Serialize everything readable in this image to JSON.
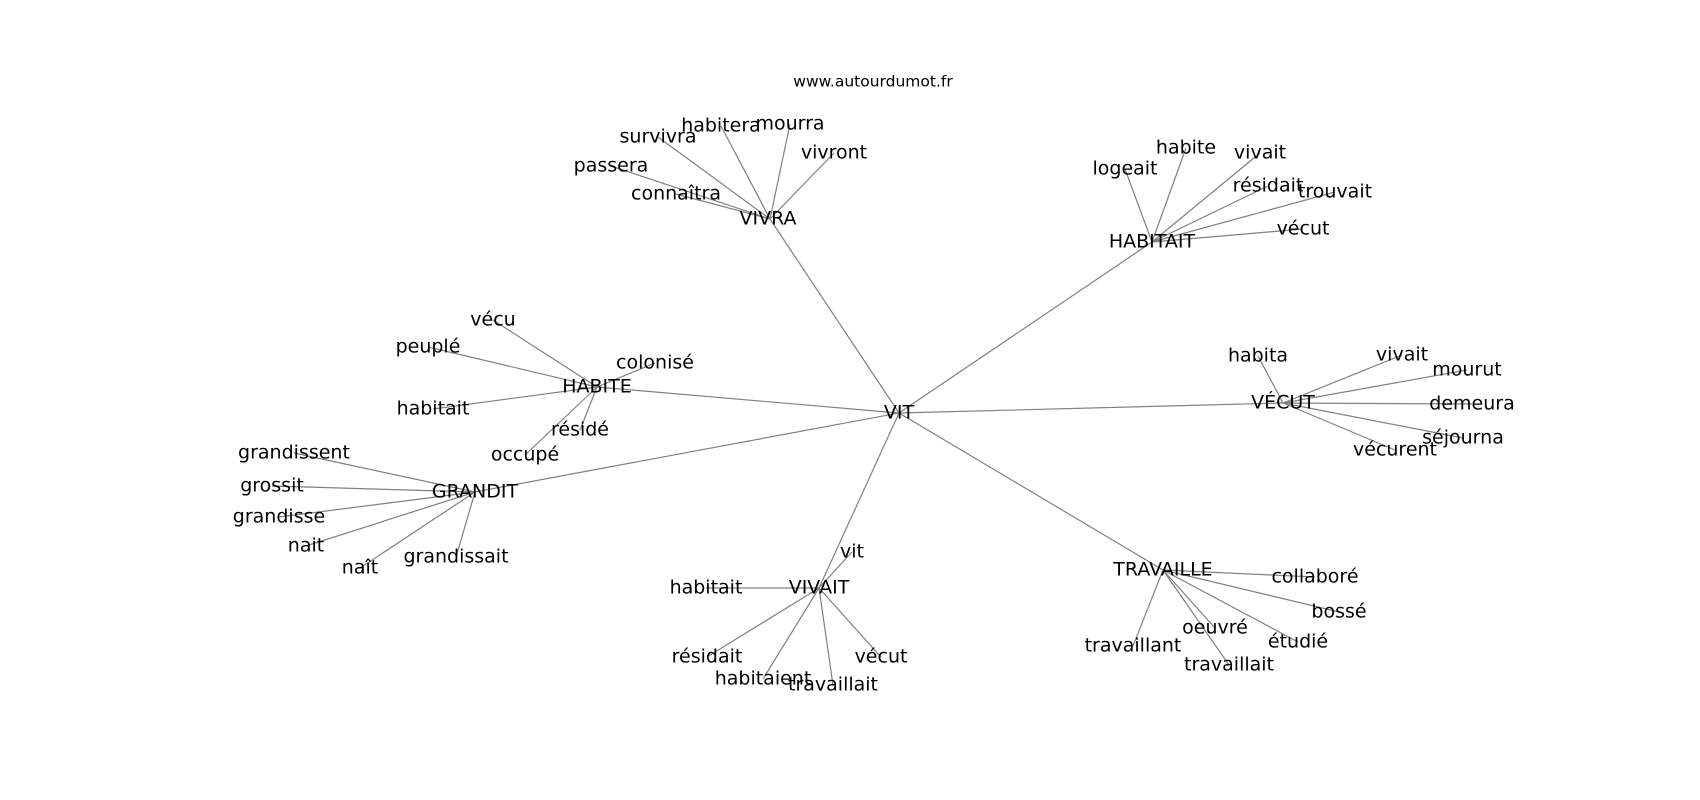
{
  "site": "www.autourdumot.fr",
  "center": "VIT",
  "hubs": [
    {
      "label": "VIVRA",
      "leaves": [
        "vivront",
        "mourra",
        "habitera",
        "survivra",
        "passera",
        "connaîtra"
      ]
    },
    {
      "label": "HABITAIT",
      "leaves": [
        "logeait",
        "habite",
        "vivait",
        "résidait",
        "trouvait",
        "vécut"
      ]
    },
    {
      "label": "HABITE",
      "leaves": [
        "vécu",
        "peuplé",
        "colonisé",
        "habitait",
        "résidé",
        "occupé"
      ]
    },
    {
      "label": "VÉCUT",
      "leaves": [
        "habita",
        "vivait",
        "mourut",
        "demeura",
        "séjourna",
        "vécurent"
      ]
    },
    {
      "label": "GRANDIT",
      "leaves": [
        "grandissent",
        "grossit",
        "grandisse",
        "nait",
        "naît",
        "grandissait"
      ]
    },
    {
      "label": "VIVAIT",
      "leaves": [
        "vit",
        "habitait",
        "résidait",
        "habitaient",
        "travaillait",
        "vécut"
      ]
    },
    {
      "label": "TRAVAILLE",
      "leaves": [
        "collaboré",
        "bossé",
        "étudié",
        "oeuvré",
        "travaillait",
        "travaillant"
      ]
    }
  ]
}
